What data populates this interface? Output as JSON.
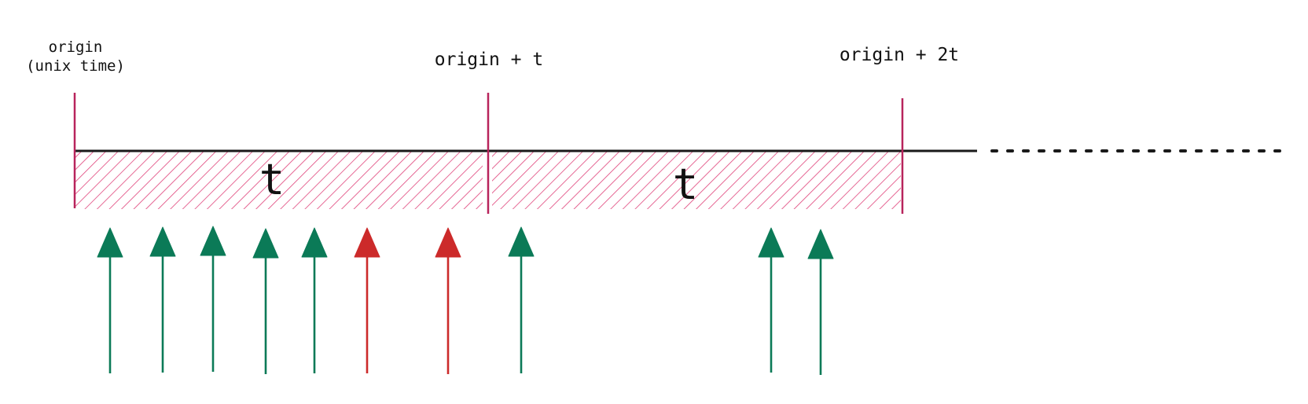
{
  "labels": {
    "origin_line1": "origin",
    "origin_line2": "(unix time)",
    "origin_plus_t": "origin + t",
    "origin_plus_2t": "origin + 2t",
    "window1": "t",
    "window2": "t"
  },
  "colors": {
    "timeline": "#1a1a1a",
    "boundary": "#b8245c",
    "hatch": "#e0427a",
    "allowed": "#0b7a57",
    "rejected": "#cc2a2a"
  },
  "arrows": [
    {
      "status": "allowed",
      "window": 1
    },
    {
      "status": "allowed",
      "window": 1
    },
    {
      "status": "allowed",
      "window": 1
    },
    {
      "status": "allowed",
      "window": 1
    },
    {
      "status": "allowed",
      "window": 1
    },
    {
      "status": "rejected",
      "window": 1
    },
    {
      "status": "rejected",
      "window": 1
    },
    {
      "status": "allowed",
      "window": 2
    },
    {
      "status": "allowed",
      "window": 2
    },
    {
      "status": "allowed",
      "window": 2
    }
  ],
  "continuation": "dotted"
}
